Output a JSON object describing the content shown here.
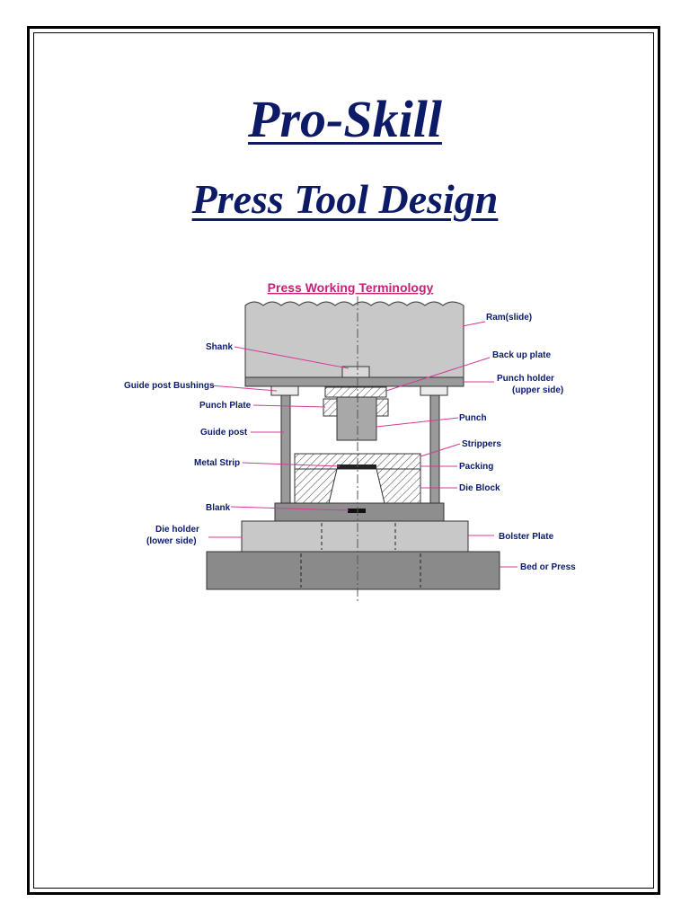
{
  "title": "Pro-Skill",
  "subtitle": "Press Tool Design",
  "diagram": {
    "title": "Press Working Terminology",
    "labels": {
      "ram": "Ram(slide)",
      "shank": "Shank",
      "backup_plate": "Back up plate",
      "punch_holder_1": "Punch holder",
      "punch_holder_2": "(upper side)",
      "guide_post_bushings": "Guide post Bushings",
      "punch_plate": "Punch Plate",
      "punch": "Punch",
      "guide_post": "Guide post",
      "strippers": "Strippers",
      "metal_strip": "Metal Strip",
      "packing": "Packing",
      "die_block": "Die Block",
      "blank": "Blank",
      "die_holder_1": "Die holder",
      "die_holder_2": "(lower side)",
      "bolster_plate": "Bolster Plate",
      "bed": "Bed or Press"
    },
    "colors": {
      "label": "#0b1a6e",
      "leader": "#d43a9a",
      "title": "#c2227a"
    }
  }
}
